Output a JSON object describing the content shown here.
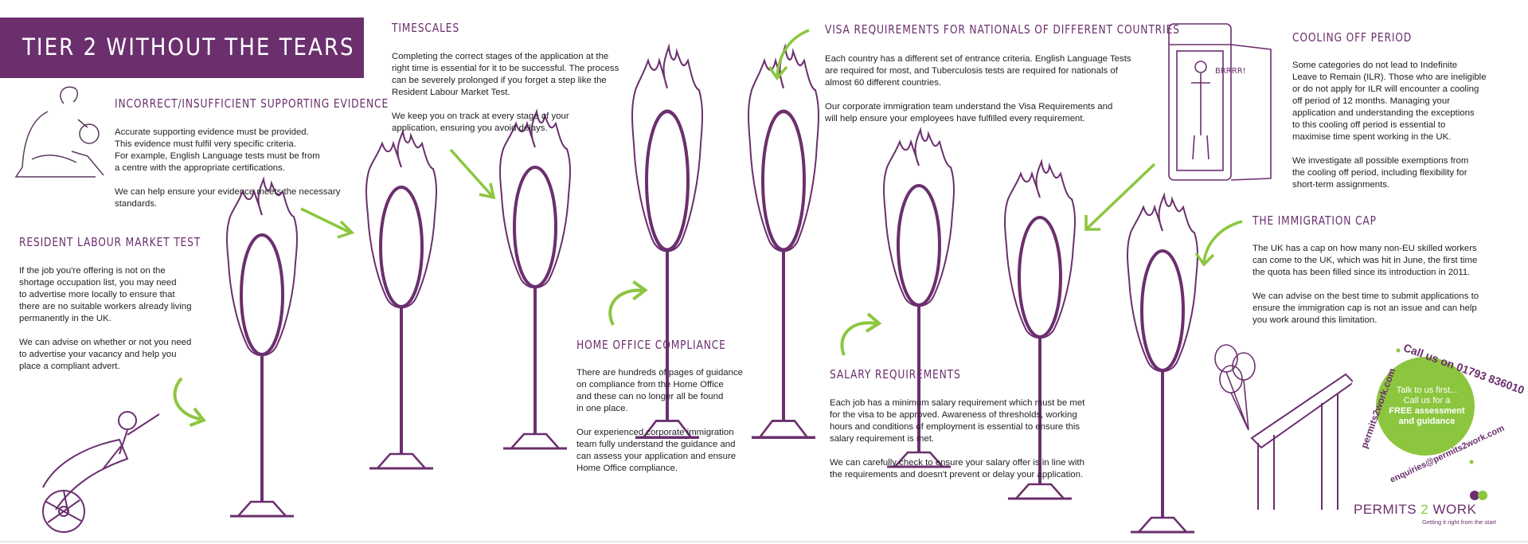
{
  "title": "TIER 2 WITHOUT THE TEARS",
  "sections": {
    "evidence": {
      "heading": "INCORRECT/INSUFFICIENT SUPPORTING EVIDENCE",
      "body": "Accurate supporting evidence must be provided.\nThis evidence must fulfil very specific criteria.\nFor example, English Language tests must be from\na centre with the appropriate certifications.\n\nWe can help ensure your evidence meets the necessary\nstandards."
    },
    "rlmt": {
      "heading": "RESIDENT LABOUR MARKET TEST",
      "body": "If the job you're offering is not on the\nshortage occupation list, you may need\nto advertise more locally to ensure that\nthere are no suitable workers already living\npermanently in the UK.\n\nWe can advise on whether or not you need\nto advertise your vacancy and help you\nplace a compliant advert."
    },
    "timescales": {
      "heading": "TIMESCALES",
      "body": "Completing the correct stages of the application at the\nright time is essential for it to be successful. The process\ncan be severely prolonged if you forget a step like the\nResident Labour Market Test.\n\nWe keep you on track at every stage of your\napplication, ensuring you avoid delays."
    },
    "home_office": {
      "heading": "HOME OFFICE COMPLIANCE",
      "body": "There are hundreds of pages of guidance\non compliance from the Home Office\nand these can no longer all be found\nin one place.\n\nOur experienced corporate immigration\nteam fully understand the guidance and\ncan assess your application and ensure\nHome Office compliance."
    },
    "visa": {
      "heading": "VISA REQUIREMENTS FOR NATIONALS OF DIFFERENT COUNTRIES",
      "body": "Each country has a different set of entrance criteria. English Language Tests\nare required for most, and Tuberculosis tests are required for nationals of\nalmost 60 different countries.\n\nOur corporate immigration team understand the Visa Requirements and\nwill help ensure your employees have fulfilled every requirement."
    },
    "salary": {
      "heading": "SALARY REQUIREMENTS",
      "body": "Each job has a minimum salary requirement which must be met\nfor the visa to be approved. Awareness of thresholds, working\nhours and conditions of employment is essential to ensure this\nsalary requirement is met.\n\nWe can carefully check to ensure your salary offer is in line with\nthe requirements and doesn't prevent or delay your application."
    },
    "cooling": {
      "heading": "COOLING OFF PERIOD",
      "body": "Some categories do not lead to Indefinite\nLeave to Remain (ILR). Those who are ineligible\nor do not apply for ILR will encounter a cooling\noff period of 12 months. Managing your\napplication and understanding the exceptions\nto this cooling off period is essential to\nmaximise time spent working in the UK.\n\nWe investigate all possible exemptions from\nthe cooling off period, including flexibility for\nshort-term assignments."
    },
    "cap": {
      "heading": "THE IMMIGRATION CAP",
      "body": "The UK has a cap on how many non-EU skilled workers\ncan come to the UK, which was hit in June, the first time\nthe quota has been filled since its introduction in 2011.\n\nWe can advise on the best time to submit applications to\nensure the immigration cap is not an issue and can help\nyou work around this limitation."
    }
  },
  "badge": {
    "line1": "Talk to us first...",
    "line2": "Call us for a",
    "line3": "FREE assessment",
    "line4": "and guidance",
    "ring_top": "Call us on 01793 836010",
    "ring_left": "permits2work.com",
    "ring_bottom": "enquiries@permits2work.com"
  },
  "phone_box_text": "BRRRR!",
  "logo": {
    "part1": "PERMITS ",
    "part2": "2",
    "part3": " WORK",
    "tagline": "Getting it right from the start"
  },
  "colors": {
    "purple": "#6b2f6e",
    "green": "#8cc63f",
    "banner": "#6b2f6e"
  },
  "icons": [
    "magnifier-man-icon",
    "cannon-man-icon",
    "fiery-hoop-icon",
    "curved-arrow-icon",
    "phone-box-icon",
    "balloons-icon",
    "ramp-icon"
  ]
}
